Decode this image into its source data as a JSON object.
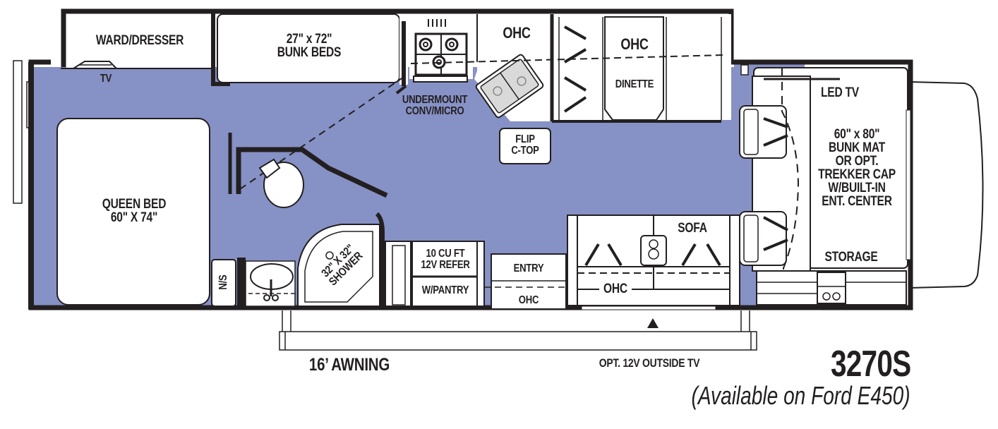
{
  "floorplan": {
    "model": "3270S",
    "availability": "(Available on Ford E450)",
    "colors": {
      "floor": "#8691c5",
      "wall": "#231f20",
      "furniture": "#ffffff",
      "sink_basin": "#d9d9d9"
    },
    "rooms": {
      "ward_dresser": "WARD/DRESSER",
      "tv_rear": "TV",
      "bunk_beds": "27\" x 72\"\nBUNK BEDS",
      "queen_bed": "QUEEN BED\n60\" X 74\"",
      "nightstand": "N/S",
      "shower": "32\" X 32\"\nSHOWER",
      "undermount": "UNDERMOUNT\nCONV/MICRO",
      "ohc_kitchen": "OHC",
      "ohc_dinette": "OHC",
      "dinette": "DINETTE",
      "flip_ctop": "FLIP\nC-TOP",
      "refer": "10 CU FT\n12V REFER",
      "pantry": "W/PANTRY",
      "entry": "ENTRY",
      "ohc_entry": "OHC",
      "sofa": "SOFA",
      "ohc_sofa": "OHC",
      "led_tv": "LED TV",
      "cabover": "60\" x 80\"\nBUNK MAT\nOR OPT.\nTREKKER CAP\nW/BUILT-IN\nENT. CENTER",
      "storage": "STORAGE"
    },
    "exterior": {
      "awning": "16’ AWNING",
      "outside_tv": "OPT. 12V OUTSIDE TV"
    }
  }
}
